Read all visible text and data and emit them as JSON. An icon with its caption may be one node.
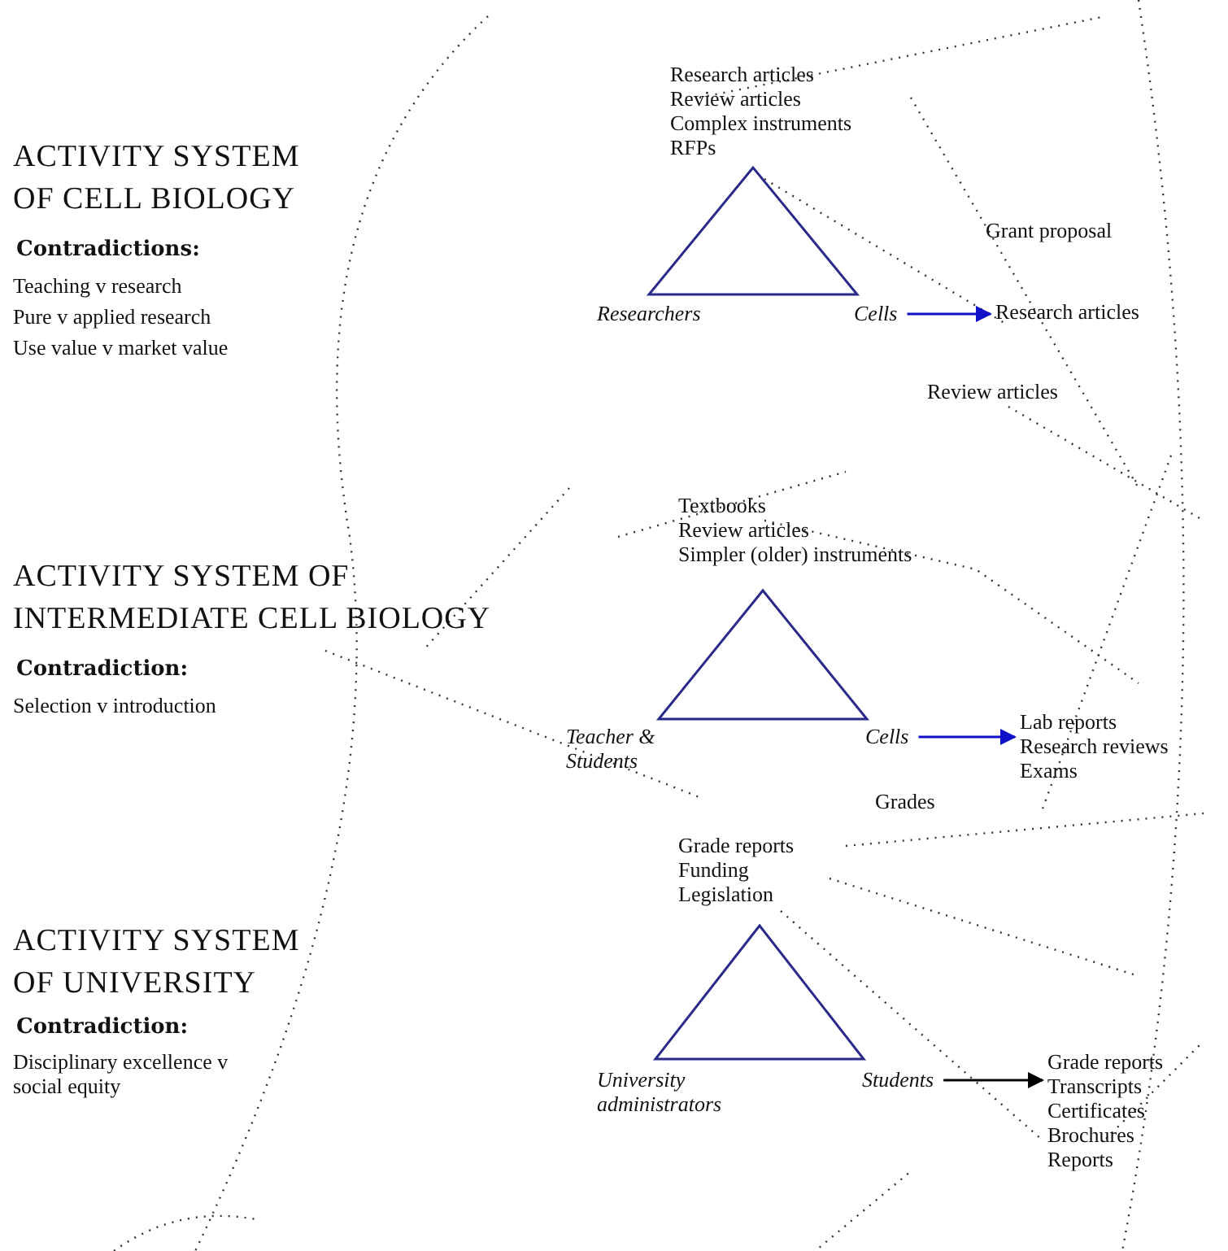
{
  "diagram": {
    "nodes": [
      {
        "text": [
          "Research articles",
          "Review articles",
          "Complex instruments",
          "RFPs"
        ]
      },
      {
        "text": [],
        "shape": "triangle"
      },
      {
        "text": [
          "Researchers"
        ]
      },
      {
        "text": [
          "Cells"
        ]
      },
      {
        "text": [
          "Research articles"
        ]
      },
      {
        "text": [
          "Textbooks",
          "Review articles",
          "Simpler (older) instruments"
        ]
      },
      {
        "text": [],
        "shape": "triangle"
      },
      {
        "text": [
          "Teacher & Students"
        ]
      },
      {
        "text": [
          "Cells"
        ]
      },
      {
        "text": [
          "Lab reports",
          "Research reviews",
          "Exams"
        ]
      },
      {
        "text": [
          "Grade reports",
          "Funding",
          "Legislation"
        ]
      },
      {
        "text": [],
        "shape": "triangle"
      },
      {
        "text": [
          "University administrators"
        ]
      },
      {
        "text": [
          "Students"
        ]
      },
      {
        "text": [
          "Grade reports",
          "Transcripts",
          "Certificates",
          "Brochures",
          "Reports"
        ]
      }
    ],
    "edges": [
      {
        "from": 3,
        "to": 4,
        "arrow": "to"
      },
      {
        "from": 8,
        "to": 9,
        "arrow": "to"
      },
      {
        "from": 13,
        "to": 14,
        "arrow": "to",
        "color": "#000000"
      }
    ],
    "labels": [
      "ACTIVITY SYSTEM OF CELL BIOLOGY",
      "Contradictions:",
      "Teaching v research",
      "Pure v applied research",
      "Use value v market value",
      "Grant proposal",
      "Review articles",
      "ACTIVITY SYSTEM OF INTERMEDIATE CELL BIOLOGY",
      "Contradiction:",
      "Selection v introduction",
      "Grades",
      "ACTIVITY SYSTEM OF UNIVERSITY",
      "Contradiction:",
      "Disciplinary excellence v social equity"
    ]
  }
}
